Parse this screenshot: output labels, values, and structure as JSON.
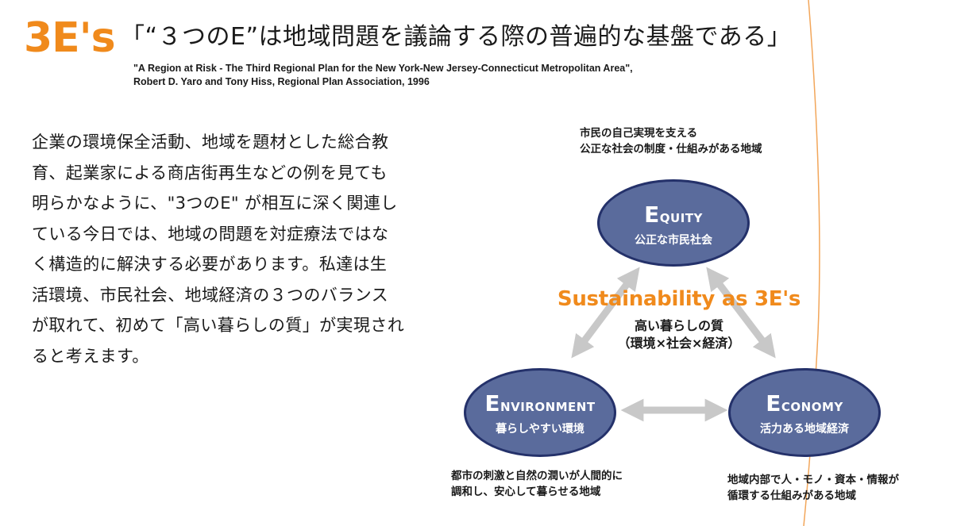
{
  "header": {
    "logo": "3E's",
    "headline": "「“３つのE”は地域問題を議論する際の普遍的な基盤である」",
    "citation_line1": "\"A Region at Risk - The Third Regional Plan for the New York-New Jersey-Connecticut Metropolitan Area\",",
    "citation_line2": "Robert D. Yaro and Tony Hiss, Regional Plan Association, 1996"
  },
  "body": {
    "lines": [
      "企業の環境保全活動、地域を題材とした総合教",
      "育、起業家による商店街再生などの例を見ても",
      "明らかなように、\"3つのE\" が相互に深く関連し",
      "ている今日では、地域の問題を対症療法ではな",
      "く構造的に解決する必要があります。私達は生",
      "活環境、市民社会、地域経済の３つのバランス",
      "が取れて、初めて「高い暮らしの質」が実現され",
      "ると考えます。"
    ]
  },
  "diagram": {
    "center_title": "Sustainability as 3E's",
    "center_sub1": "高い暮らしの質",
    "center_sub2": "（環境×社会×経済）",
    "equity": {
      "en_initial": "E",
      "en_rest": "QUITY",
      "ja": "公正な市民社会",
      "caption1": "市民の自己実現を支える",
      "caption2": "公正な社会の制度・仕組みがある地域"
    },
    "environment": {
      "en_initial": "E",
      "en_rest": "NVIRONMENT",
      "ja": "暮らしやすい環境",
      "caption1": "都市の刺激と自然の潤いが人間的に",
      "caption2": "調和し、安心して暮らせる地域"
    },
    "economy": {
      "en_initial": "E",
      "en_rest": "CONOMY",
      "ja": "活力ある地域経済",
      "caption1": "地域内部で人・モノ・資本・情報が",
      "caption2": "循環する仕組みがある地域"
    },
    "colors": {
      "node_fill": "#5a6b9c",
      "node_border": "#24316a",
      "accent": "#f08a1c",
      "arrow": "#c8c8c8"
    }
  }
}
